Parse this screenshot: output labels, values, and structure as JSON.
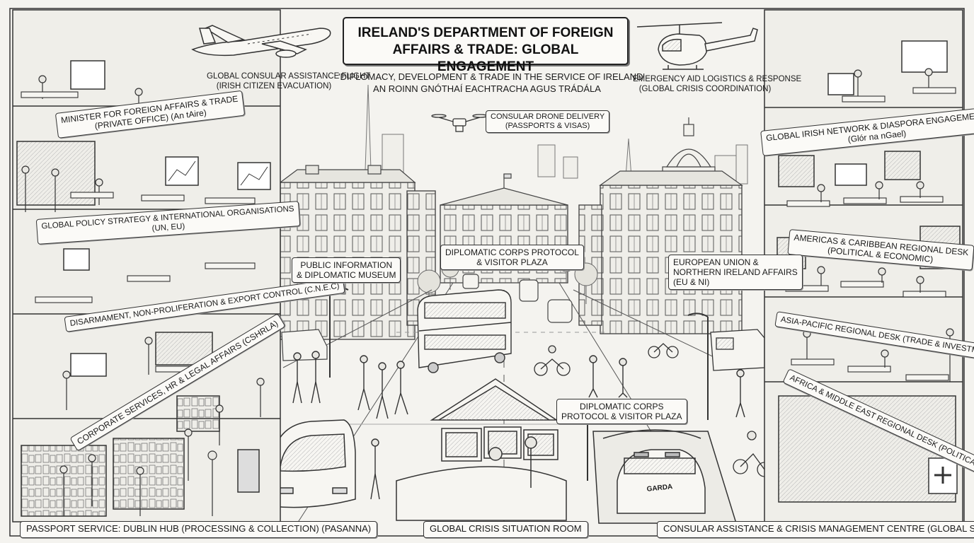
{
  "title": {
    "line1": "IRELAND'S DEPARTMENT OF FOREIGN",
    "line2": "AFFAIRS & TRADE: GLOBAL ENGAGEMENT"
  },
  "tagline": {
    "line1": "'DIPLOMACY, DEVELOPMENT & TRADE IN THE SERVICE OF IRELAND'",
    "line2": "AN ROINN GNÓTHAÍ EACHTRACHA AGUS TRÁDÁLA"
  },
  "captions": {
    "flight": {
      "line1": "GLOBAL CONSULAR ASSISTANCE FLIGHT",
      "line2": "(IRISH CITIZEN EVACUATION)"
    },
    "aid": {
      "line1": "EMERGENCY AID LOGISTICS & RESPONSE",
      "line2": "(GLOBAL CRISIS COORDINATION)"
    },
    "drone": {
      "line1": "CONSULAR DRONE DELIVERY",
      "line2": "(PASSPORTS & VISAS)"
    }
  },
  "left_labels": {
    "minister": {
      "line1": "MINISTER FOR FOREIGN AFFAIRS & TRADE",
      "line2": "(PRIVATE OFFICE) (An tAire)"
    },
    "policy": {
      "line1": "GLOBAL POLICY STRATEGY & INTERNATIONAL ORGANISATIONS",
      "line2": "(UN, EU)"
    },
    "disarmament": "DISARMAMENT, NON-PROLIFERATION & EXPORT CONTROL (C.N.E.C)",
    "corporate": "CORPORATE SERVICES, HR & LEGAL AFFAIRS (CSHRLA)"
  },
  "right_labels": {
    "diaspora": {
      "line1": "GLOBAL IRISH NETWORK & DIASPORA ENGAGEMENT",
      "line2": "(Glór na nGael)"
    },
    "americas": {
      "line1": "AMERICAS & CARIBBEAN REGIONAL DESK",
      "line2": "(POLITICAL & ECONOMIC)"
    },
    "asia": "ASIA-PACIFIC REGIONAL DESK (TRADE & INVESTMENT)",
    "africa": "AFRICA & MIDDLE EAST REGIONAL DESK (POLITICAL & ECONOMIC)"
  },
  "center_labels": {
    "museum": {
      "line1": "PUBLIC INFORMATION",
      "line2": "& DIPLOMATIC MUSEUM"
    },
    "plaza_top": {
      "line1": "DIPLOMATIC CORPS PROTOCOL",
      "line2": "& VISITOR PLAZA"
    },
    "eu": {
      "line1": "EUROPEAN UNION &",
      "line2": "NORTHERN IRELAND AFFAIRS",
      "line3": "(EU & NI)"
    },
    "plaza_bottom": {
      "line1": "DIPLOMATIC CORPS",
      "line2": "PROTOCOL & VISITOR PLAZA"
    }
  },
  "bottom_labels": {
    "passport": "PASSPORT SERVICE: DUBLIN HUB (PROCESSING & COLLECTION) (PASANNA)",
    "situation": "GLOBAL CRISIS SITUATION ROOM",
    "consular": "CONSULAR ASSISTANCE & CRISIS MANAGEMENT CENTRE (GLOBAL SUPPORT)"
  },
  "signage": {
    "police_car": "GARDA"
  },
  "colors": {
    "ink": "#222222",
    "paper": "#f4f3ef",
    "label_bg": "#fbfaf7"
  }
}
